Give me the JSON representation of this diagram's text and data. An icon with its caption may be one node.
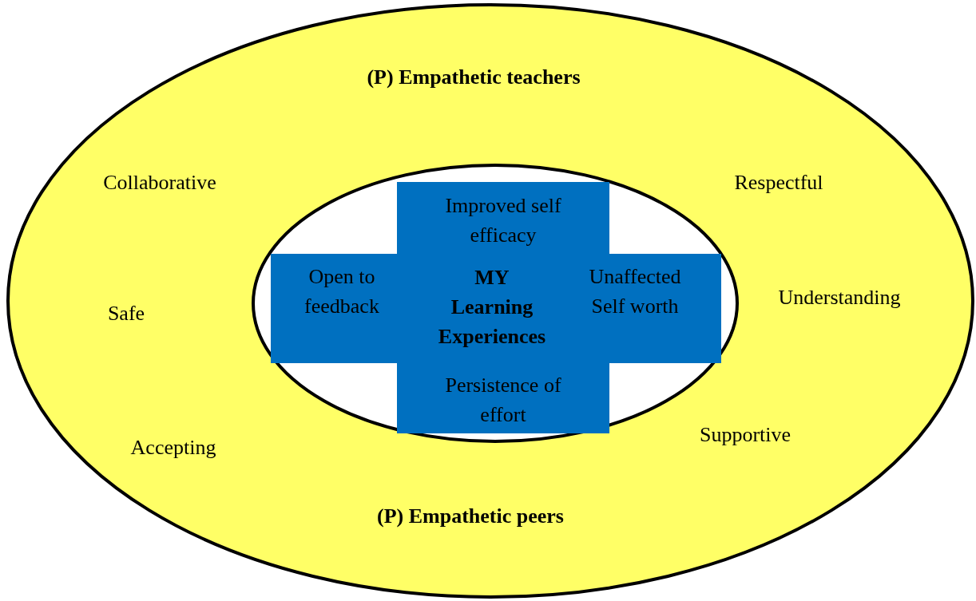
{
  "diagram": {
    "nodes": [
      {
        "text": [
          "(P) Empathetic teachers",
          "(P) Empathetic peers"
        ]
      },
      {
        "text": [],
        "shape": "ellipse",
        "in": 0
      },
      {
        "text": [
          "Improved self efficacy",
          "Open to feedback",
          "MY Learning Experiences",
          "Unaffected Self worth",
          "Persistence of effort"
        ],
        "in": 1
      }
    ],
    "edges": [],
    "labels": [
      "Collaborative",
      "Respectful",
      "Understanding",
      "Safe",
      "Supportive",
      "Accepting"
    ]
  }
}
